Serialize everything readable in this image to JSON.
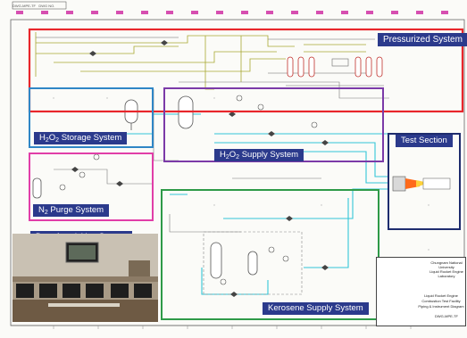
{
  "header": {
    "drawing_number": "DWG-MPE-TF",
    "rev": "DWG NO."
  },
  "subsystems": {
    "pressurized": "Pressurized System",
    "h2o2_storage_prefix": "H",
    "h2o2_storage_sub1": "2",
    "h2o2_storage_mid": "O",
    "h2o2_storage_sub2": "2",
    "h2o2_storage_suffix": " Storage System",
    "h2o2_supply_prefix": "H",
    "h2o2_supply_sub1": "2",
    "h2o2_supply_mid": "O",
    "h2o2_supply_sub2": "2",
    "h2o2_supply_suffix": " Supply System",
    "test_section": "Test Section",
    "n2_purge_prefix": "N",
    "n2_purge_sub": "2",
    "n2_purge_suffix": " Purge System",
    "data_acquisition": "Data Acquisition System",
    "kerosene_supply": "Kerosene Supply System"
  },
  "title_block": {
    "university": "Chungnam National University",
    "lab": "Liquid Rocket Engine Laboratory",
    "title_line1": "Liquid Rocket Engine",
    "title_line2": "Combustion Test Facility",
    "title_line3": "Piping & Instrument Diagram",
    "dwg_no": "DWG-MPE-TF"
  },
  "colors": {
    "pressurized": "#e8262b",
    "h2o2_storage": "#2f86c6",
    "h2o2_supply": "#7b3aa8",
    "n2_purge": "#e13ea8",
    "kerosene": "#2e9a48",
    "test_section": "#1e2c6e",
    "label_bg": "#2b3a8c",
    "pipe_cyan": "#33c6d8",
    "pipe_olive": "#a8a832",
    "pipe_gray": "#8a8a8a"
  }
}
